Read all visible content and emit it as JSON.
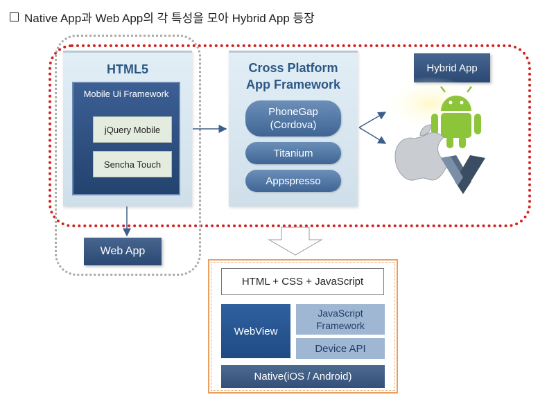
{
  "heading": "Native App과 Web App의 각 특성을 모아 Hybrid App 등장",
  "html5": {
    "title": "HTML5",
    "framework_title": "Mobile Ui Framework",
    "libraries": [
      "jQuery Mobile",
      "Sencha Touch"
    ]
  },
  "web_app": "Web App",
  "cross_platform": {
    "title_line1": "Cross Platform",
    "title_line2": "App Framework",
    "frameworks": [
      {
        "line1": "PhoneGap",
        "line2": "(Cordova)"
      },
      {
        "line1": "Titanium"
      },
      {
        "line1": "Appspresso"
      }
    ]
  },
  "hybrid_app": "Hybrid App",
  "platform_icons": [
    "android-icon",
    "apple-icon",
    "xamarin-icon"
  ],
  "stack": {
    "top": "HTML + CSS + JavaScript",
    "webview": "WebView",
    "js_framework_line1": "JavaScript",
    "js_framework_line2": "Framework",
    "device_api": "Device API",
    "native": "Native(iOS / Android)"
  },
  "colors": {
    "region_border": "#d42020",
    "html5_region_border": "#a9a9a9",
    "panel_title": "#2b5785",
    "dark_box": "#2b4972",
    "stack_frame": "#e8a060"
  }
}
